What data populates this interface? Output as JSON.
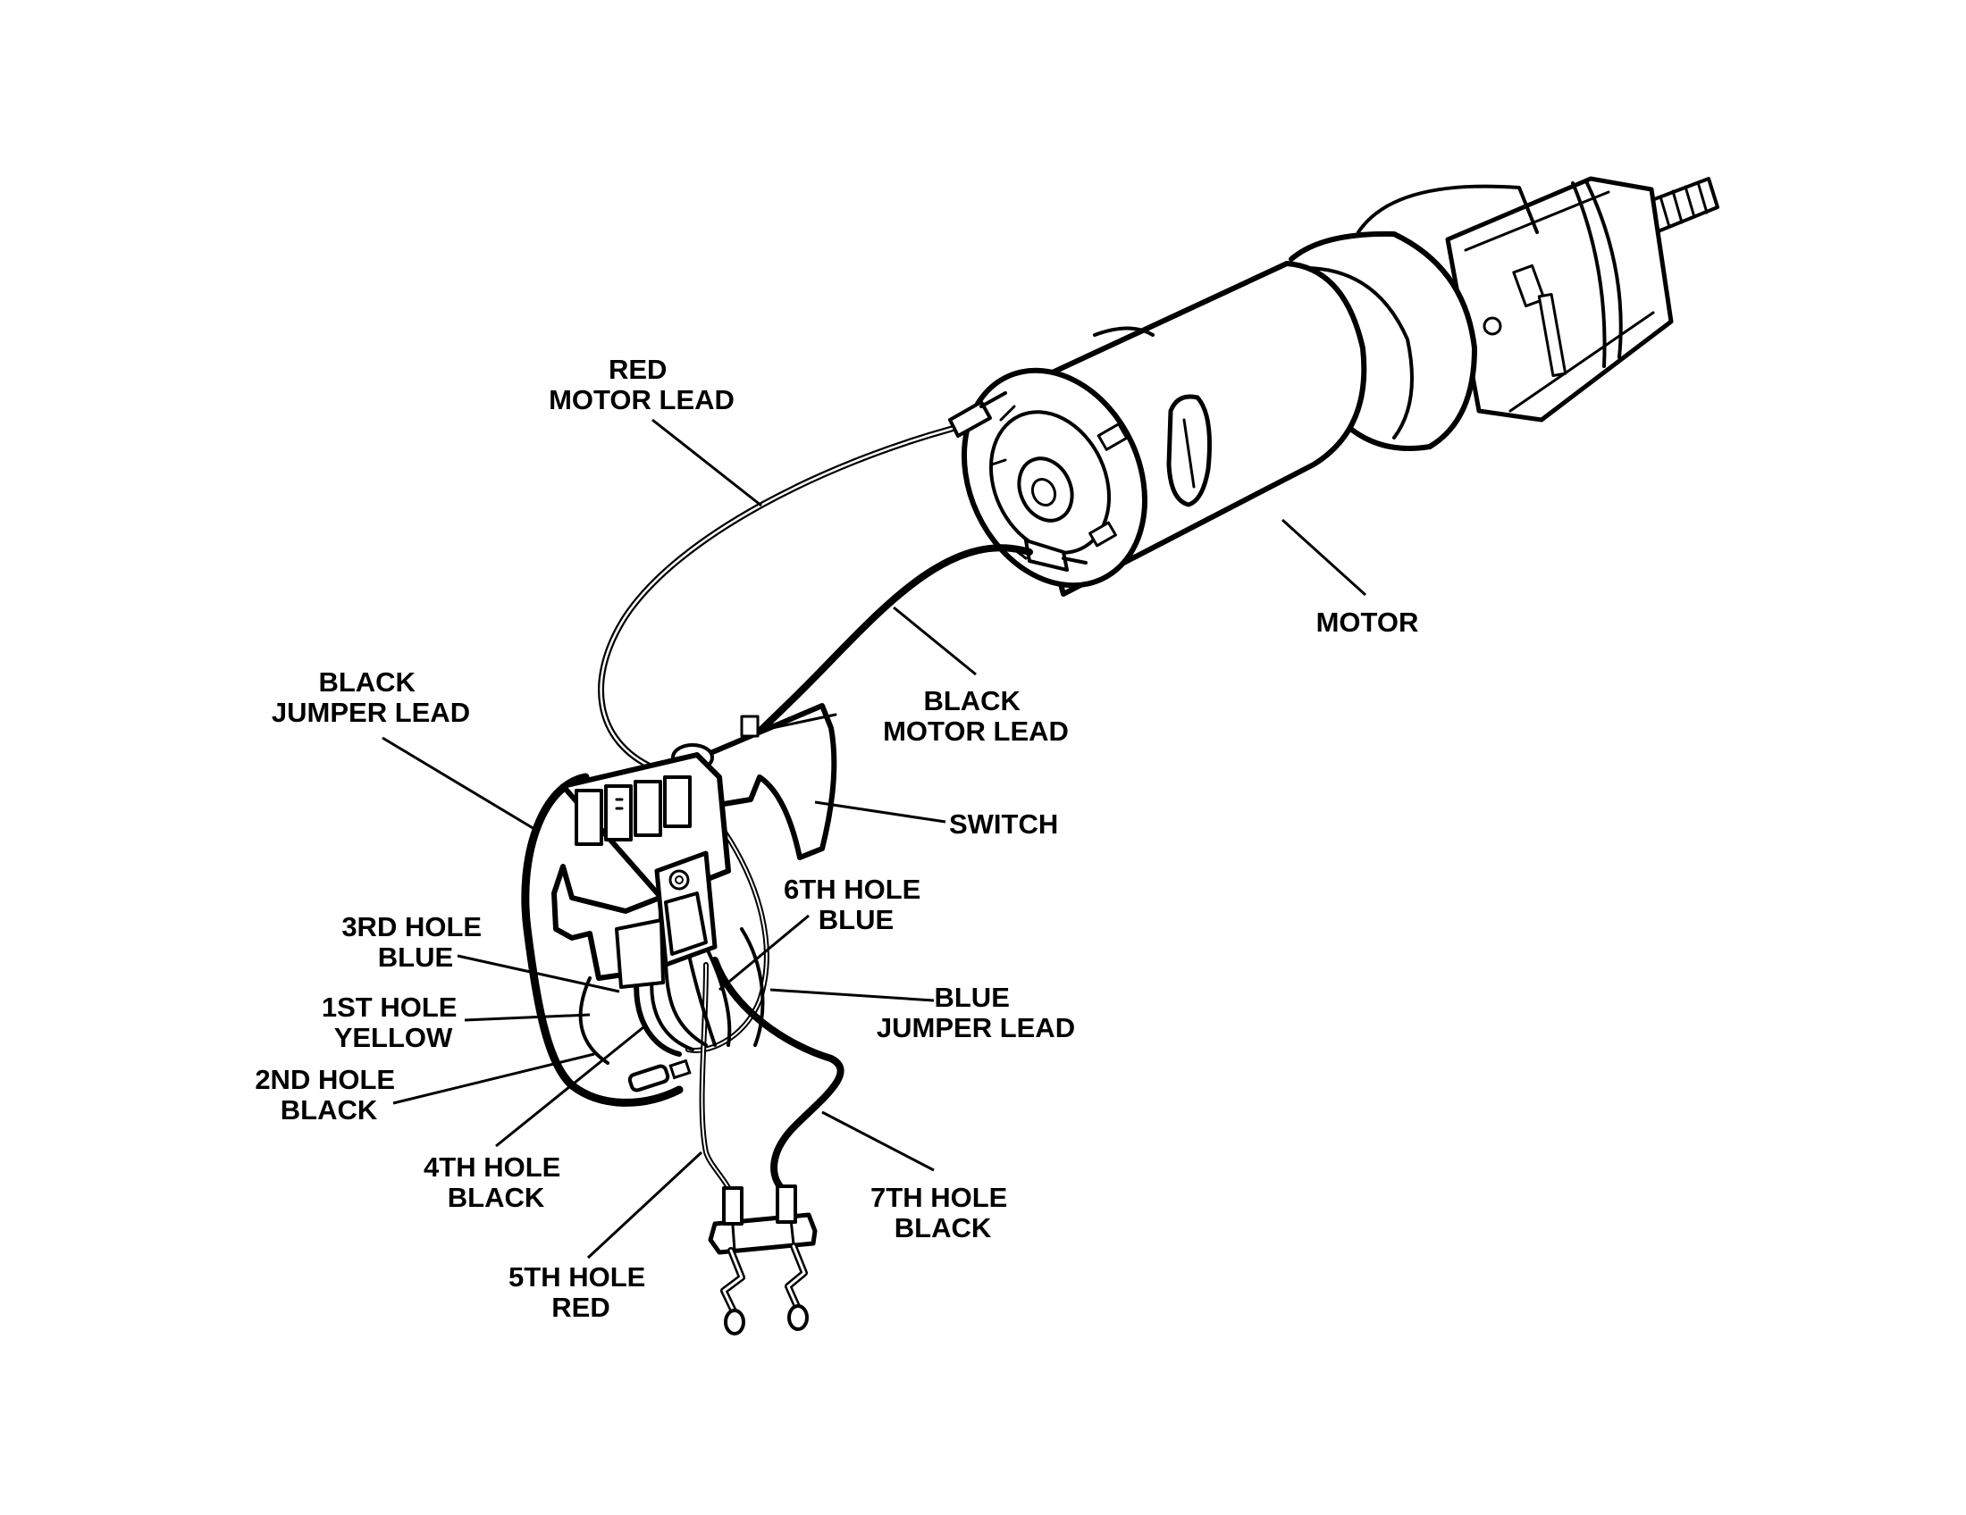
{
  "labels": {
    "red_motor_lead": [
      "RED",
      "MOTOR LEAD"
    ],
    "motor": [
      "MOTOR"
    ],
    "black_jumper_lead": [
      "BLACK",
      "JUMPER LEAD"
    ],
    "black_motor_lead": [
      "BLACK",
      "MOTOR LEAD"
    ],
    "switch": [
      "SWITCH"
    ],
    "hole6_blue": [
      "6TH HOLE",
      "BLUE"
    ],
    "hole3_blue": [
      "3RD HOLE",
      "BLUE"
    ],
    "blue_jumper_lead": [
      "BLUE",
      "JUMPER LEAD"
    ],
    "hole1_yellow": [
      "1ST HOLE",
      "YELLOW"
    ],
    "hole2_black": [
      "2ND HOLE",
      "BLACK"
    ],
    "hole4_black": [
      "4TH HOLE",
      "BLACK"
    ],
    "hole7_black": [
      "7TH HOLE",
      "BLACK"
    ],
    "hole5_red": [
      "5TH HOLE",
      "RED"
    ]
  },
  "colors": {
    "ink": "#000000",
    "paper": "#ffffff"
  }
}
